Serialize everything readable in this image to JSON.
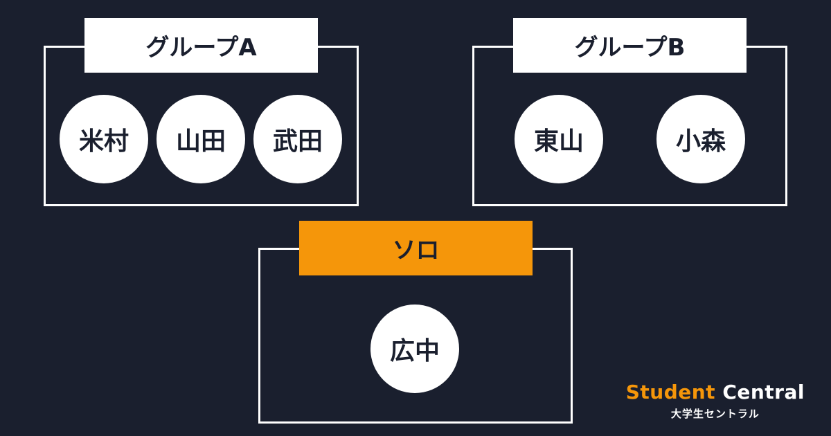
{
  "groups": [
    {
      "label": "グループA",
      "members": [
        "米村",
        "山田",
        "武田"
      ]
    },
    {
      "label": "グループB",
      "members": [
        "東山",
        "小森"
      ]
    },
    {
      "label": "ソロ",
      "members": [
        "広中"
      ]
    }
  ],
  "brand": {
    "title_accent": "Student",
    "title_rest": "Central",
    "subtitle": "大学生セントラル"
  },
  "colors": {
    "background": "#1a1f2e",
    "box_border": "#ffffff",
    "label_bg": "#ffffff",
    "solo_label_bg": "#f5960a",
    "circle_fill": "#ffffff",
    "text_dark": "#1a1f2e",
    "accent": "#f5960a"
  }
}
